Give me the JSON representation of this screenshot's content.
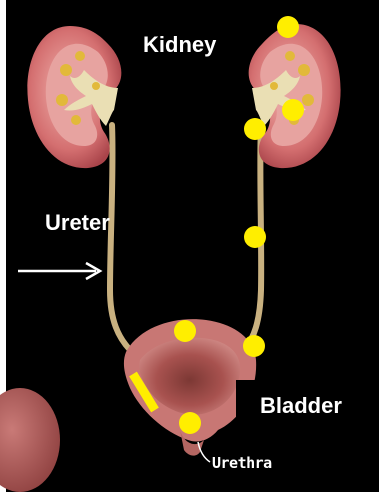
{
  "labels": {
    "kidney": "Kidney",
    "ureter": "Ureter",
    "bladder": "Bladder",
    "urethra": "Urethra"
  },
  "colors": {
    "background": "#000000",
    "kidney_cortex": "#c85a5e",
    "kidney_medulla": "#e7a3a0",
    "renal_pelvis": "#eadfb4",
    "fat_nodules": "#e2b93a",
    "ureter": "#c9b180",
    "bladder_wall": "#c87774",
    "bladder_inner": "#9f4f4d",
    "marker": "#ffee00",
    "arrow": "#ffffff",
    "label_text": "#ffffff"
  },
  "markers": {
    "dot_count": 7,
    "bar_count": 1,
    "shape": "yellow circle"
  },
  "arrow_icon": "right-arrow-icon"
}
